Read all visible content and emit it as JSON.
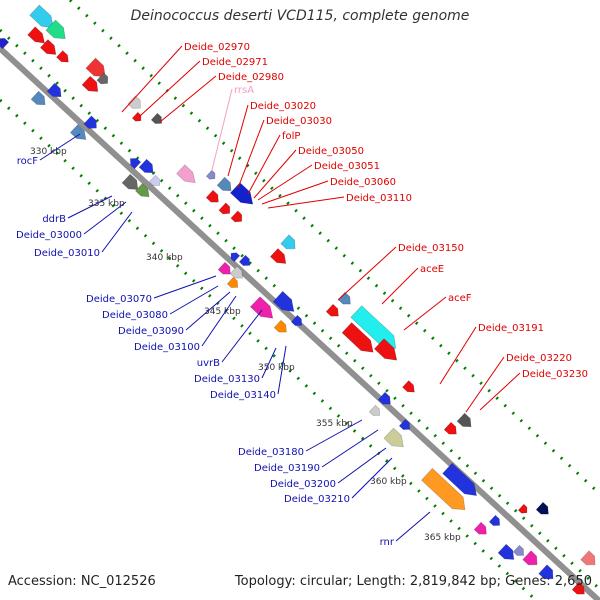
{
  "title": "Deinococcus deserti VCD115, complete genome",
  "accession_label": "Accession: NC_012526",
  "topology_label": "Topology: circular; Length: 2,819,842 bp; Genes: 2,650",
  "colors": {
    "backbone": "#909090",
    "forward_labels": "#e00000",
    "reverse_labels": "#1010b0",
    "rrna_label": "#f0a0c8",
    "kbp_labels": "#333333",
    "ticks": "#008000"
  },
  "kbp_markers": [
    "330 kbp",
    "335 kbp",
    "340 kbp",
    "345 kbp",
    "350 kbp",
    "355 kbp",
    "360 kbp",
    "365 kbp"
  ],
  "forward_gene_labels": [
    "Deide_02970",
    "Deide_02971",
    "Deide_02980",
    "rrsA",
    "Deide_03020",
    "Deide_03030",
    "folP",
    "Deide_03050",
    "Deide_03051",
    "Deide_03060",
    "Deide_03110",
    "Deide_03150",
    "aceE",
    "aceF",
    "Deide_03191",
    "Deide_03220",
    "Deide_03230"
  ],
  "reverse_gene_labels": [
    "rocF",
    "ddrB",
    "Deide_03000",
    "Deide_03010",
    "Deide_03070",
    "Deide_03080",
    "Deide_03090",
    "Deide_03100",
    "uvrB",
    "Deide_03130",
    "Deide_03140",
    "Deide_03180",
    "Deide_03190",
    "Deide_03200",
    "Deide_03210",
    "rnr"
  ]
}
